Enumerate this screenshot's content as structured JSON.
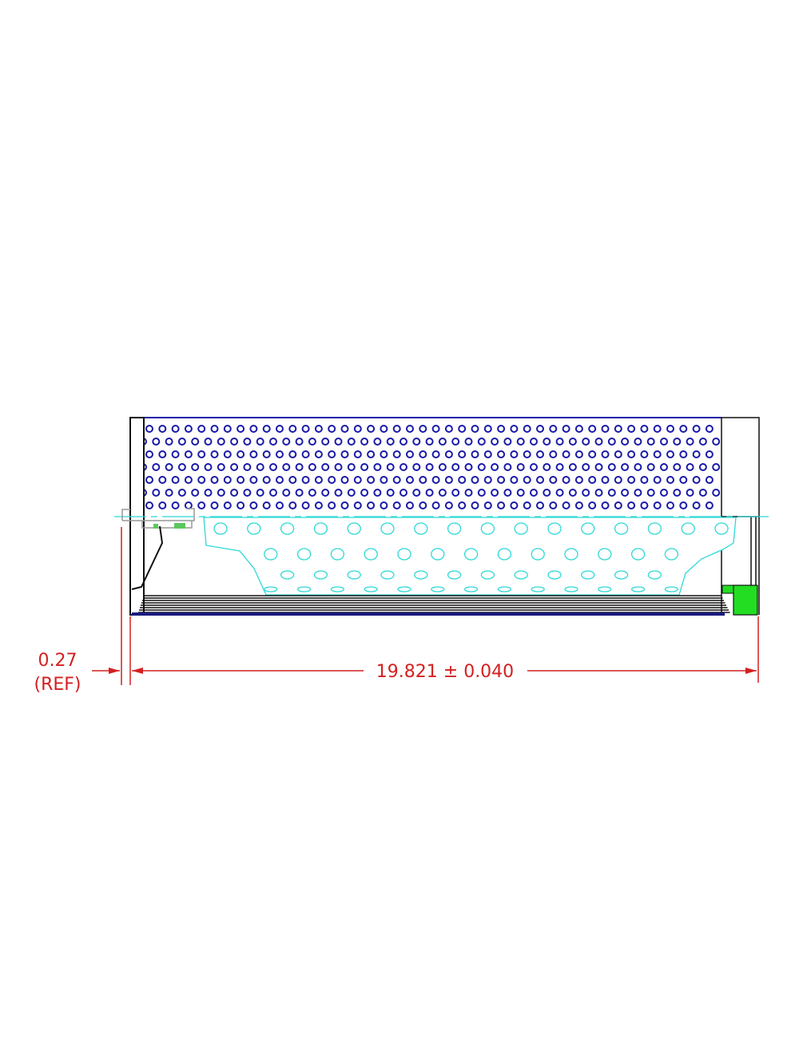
{
  "dimensions": {
    "overall_length": "19.821 ± 0.040",
    "offset_value": "0.27",
    "offset_note": "(REF)"
  },
  "colors": {
    "perforation": "#1a1aa8",
    "cutaway": "#2fd8d8",
    "dimension": "#d42020",
    "seal": "#22dd22",
    "outline": "#111111"
  }
}
